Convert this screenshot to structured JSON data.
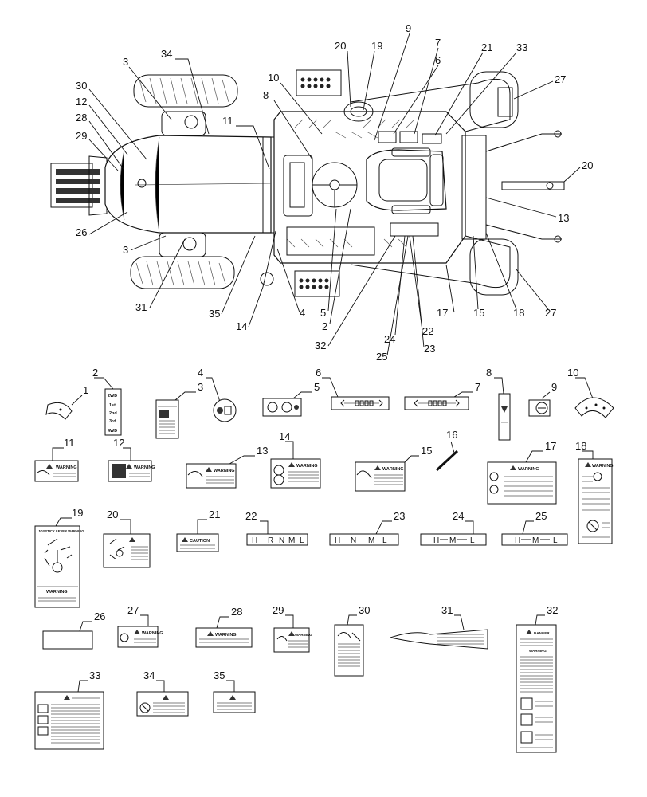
{
  "callouts": [
    "1",
    "2",
    "3",
    "4",
    "5",
    "6",
    "7",
    "8",
    "9",
    "10",
    "11",
    "12",
    "13",
    "14",
    "15",
    "16",
    "17",
    "18",
    "19",
    "20",
    "21",
    "22",
    "23",
    "24",
    "25",
    "26",
    "27",
    "28",
    "29",
    "30",
    "31",
    "32",
    "33",
    "34",
    "35"
  ],
  "tractor_callouts": {
    "c3a": "3",
    "c34": "34",
    "c30": "30",
    "c12": "12",
    "c28": "28",
    "c29": "29",
    "c26": "26",
    "c3b": "3",
    "c31": "31",
    "c35": "35",
    "c14": "14",
    "c4": "4",
    "c5": "5",
    "c2": "2",
    "c32": "32",
    "c24": "24",
    "c25": "25",
    "c23": "23",
    "c22": "22",
    "c17": "17",
    "c15": "15",
    "c18": "18",
    "c27a": "27",
    "c27b": "27",
    "c13": "13",
    "c20a": "20",
    "c33": "33",
    "c21": "21",
    "c6": "6",
    "c7": "7",
    "c9": "9",
    "c19": "19",
    "c20b": "20",
    "c10": "10",
    "c8": "8",
    "c11": "11"
  },
  "decal_texts": {
    "warning": "WARNING",
    "caution": "CAUTION",
    "danger": "DANGER",
    "joystick_title": "JOYSTICK LEVER WARNING",
    "gear_22": [
      "H",
      "R",
      "N",
      "M",
      "L"
    ],
    "gear_23": [
      "H",
      "N",
      "M",
      "L"
    ],
    "gear_24": [
      "H",
      "M",
      "L"
    ],
    "gear_25": [
      "H",
      "M",
      "L"
    ],
    "speed_labels": [
      "2WD",
      "1st",
      "2nd",
      "3rd",
      "4WD"
    ]
  }
}
